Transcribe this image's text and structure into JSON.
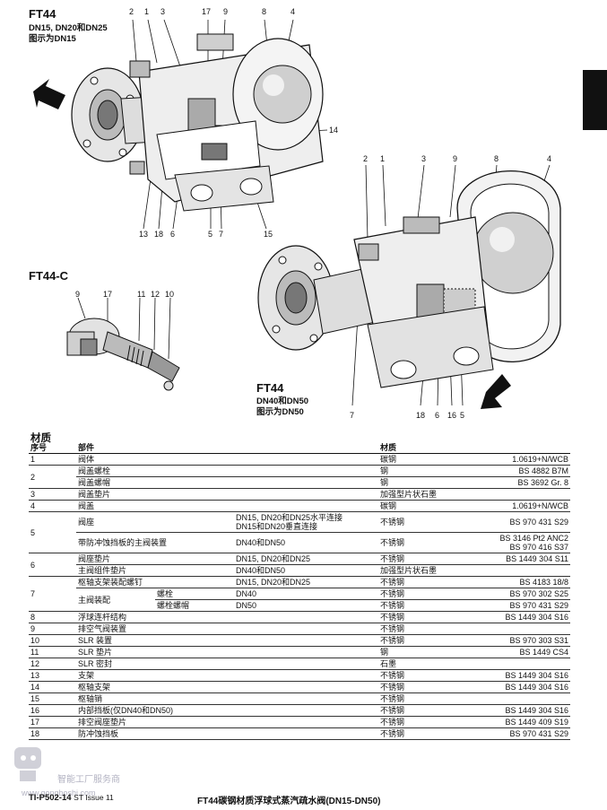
{
  "section_tab_color": "#111111",
  "fig1": {
    "title": "FT44",
    "sub1": "DN15, DN20和DN25",
    "sub2": "图示为DN15",
    "callouts_top": [
      "2",
      "1",
      "3",
      "17",
      "9",
      "8",
      "4"
    ],
    "callouts_bottom": [
      "13",
      "18",
      "6",
      "5",
      "7",
      "15"
    ],
    "callout_right": "14"
  },
  "fig2": {
    "title": "FT44-C",
    "callouts": [
      "9",
      "17",
      "11",
      "12",
      "10"
    ]
  },
  "fig3": {
    "title": "FT44",
    "sub1": "DN40和DN50",
    "sub2": "图示为DN50",
    "callouts_top": [
      "2",
      "1",
      "3",
      "9",
      "8",
      "4"
    ],
    "callouts_bottom": [
      "7",
      "18",
      "6",
      "16",
      "5"
    ]
  },
  "materials": {
    "title": "材质",
    "headers": {
      "no": "序号",
      "part": "部件",
      "material": "材质"
    },
    "rows": {
      "r1": {
        "no": "1",
        "part": "阀体",
        "mat": "碳钢",
        "spec": "1.0619+N/WCB"
      },
      "r2a": {
        "no": "2",
        "part": "阀盖螺栓",
        "mat": "钢",
        "spec": "BS 4882 B7M"
      },
      "r2b": {
        "part": "阀盖螺帽",
        "mat": "钢",
        "spec": "BS 3692 Gr. 8"
      },
      "r3": {
        "no": "3",
        "part": "阀盖垫片",
        "mat": "加强型片状石墨",
        "spec": ""
      },
      "r4": {
        "no": "4",
        "part": "阀盖",
        "mat": "碳钢",
        "spec": "1.0619+N/WCB"
      },
      "r5a": {
        "no": "5",
        "part": "阀座",
        "size1": "DN15, DN20和DN25水平连接",
        "size2": "DN15和DN20垂直连接",
        "mat": "不锈钢",
        "spec": "BS 970 431 S29"
      },
      "r5b": {
        "part": "带防冲蚀挡板的主阀装置",
        "size": "DN40和DN50",
        "mat": "不锈钢",
        "spec1": "BS 3146 Pt2 ANC2",
        "spec2": "BS 970 416 S37"
      },
      "r6a": {
        "no": "6",
        "part": "阀座垫片",
        "size": "DN15, DN20和DN25",
        "mat": "不锈钢",
        "spec": "BS 1449 304 S11"
      },
      "r6b": {
        "part": "主阀组件垫片",
        "size": "DN40和DN50",
        "mat": "加强型片状石墨",
        "spec": ""
      },
      "r7a": {
        "no": "7",
        "part": "枢轴支架装配螺钉",
        "size": "DN15, DN20和DN25",
        "mat": "不锈钢",
        "spec": "BS 4183 18/8"
      },
      "r7b": {
        "part": "主阀装配",
        "sub": "螺栓",
        "size": "DN40",
        "mat": "不锈钢",
        "spec": "BS 970 302 S25"
      },
      "r7c": {
        "sub": "螺栓螺帽",
        "size": "DN50",
        "mat": "不锈钢",
        "spec": "BS 970 431 S29"
      },
      "r8": {
        "no": "8",
        "part": "浮球连杆结构",
        "mat": "不锈钢",
        "spec": "BS 1449 304 S16"
      },
      "r9": {
        "no": "9",
        "part": "排空气阀装置",
        "mat": "不锈钢",
        "spec": ""
      },
      "r10": {
        "no": "10",
        "part": "SLR 装置",
        "mat": "不锈钢",
        "spec": "BS 970 303 S31"
      },
      "r11": {
        "no": "11",
        "part": "SLR 垫片",
        "mat": "钢",
        "spec": "BS 1449 CS4"
      },
      "r12": {
        "no": "12",
        "part": "SLR 密封",
        "mat": "石墨",
        "spec": ""
      },
      "r13": {
        "no": "13",
        "part": "支架",
        "mat": "不锈钢",
        "spec": "BS 1449 304 S16"
      },
      "r14": {
        "no": "14",
        "part": "枢轴支架",
        "mat": "不锈钢",
        "spec": "BS 1449 304 S16"
      },
      "r15": {
        "no": "15",
        "part": "枢轴销",
        "mat": "不锈钢",
        "spec": ""
      },
      "r16": {
        "no": "16",
        "part": "内部挡板(仅DN40和DN50)",
        "mat": "不锈钢",
        "spec": "BS 1449 304 S16"
      },
      "r17": {
        "no": "17",
        "part": "排空阀座垫片",
        "mat": "不锈钢",
        "spec": "BS 1449 409 S19"
      },
      "r18": {
        "no": "18",
        "part": "防冲蚀挡板",
        "mat": "不锈钢",
        "spec": "BS 970 431 S29"
      }
    }
  },
  "footer": {
    "doc": "TI-P502-14",
    "issue": "ST Issue 11",
    "title": "FT44碳钢材质浮球式蒸汽疏水阀(DN15-DN50)"
  },
  "watermark": {
    "line1": "智能工厂服务商",
    "line2": "www.gongboshi.com"
  }
}
